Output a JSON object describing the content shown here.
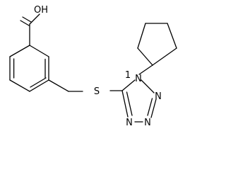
{
  "atoms": {
    "oh": "OH",
    "s": "S",
    "n1": "N",
    "n3": "N",
    "n4": "N",
    "n5": "N",
    "n1_locant": "1"
  },
  "colors": {
    "line": "#000000",
    "background": "#ffffff"
  }
}
